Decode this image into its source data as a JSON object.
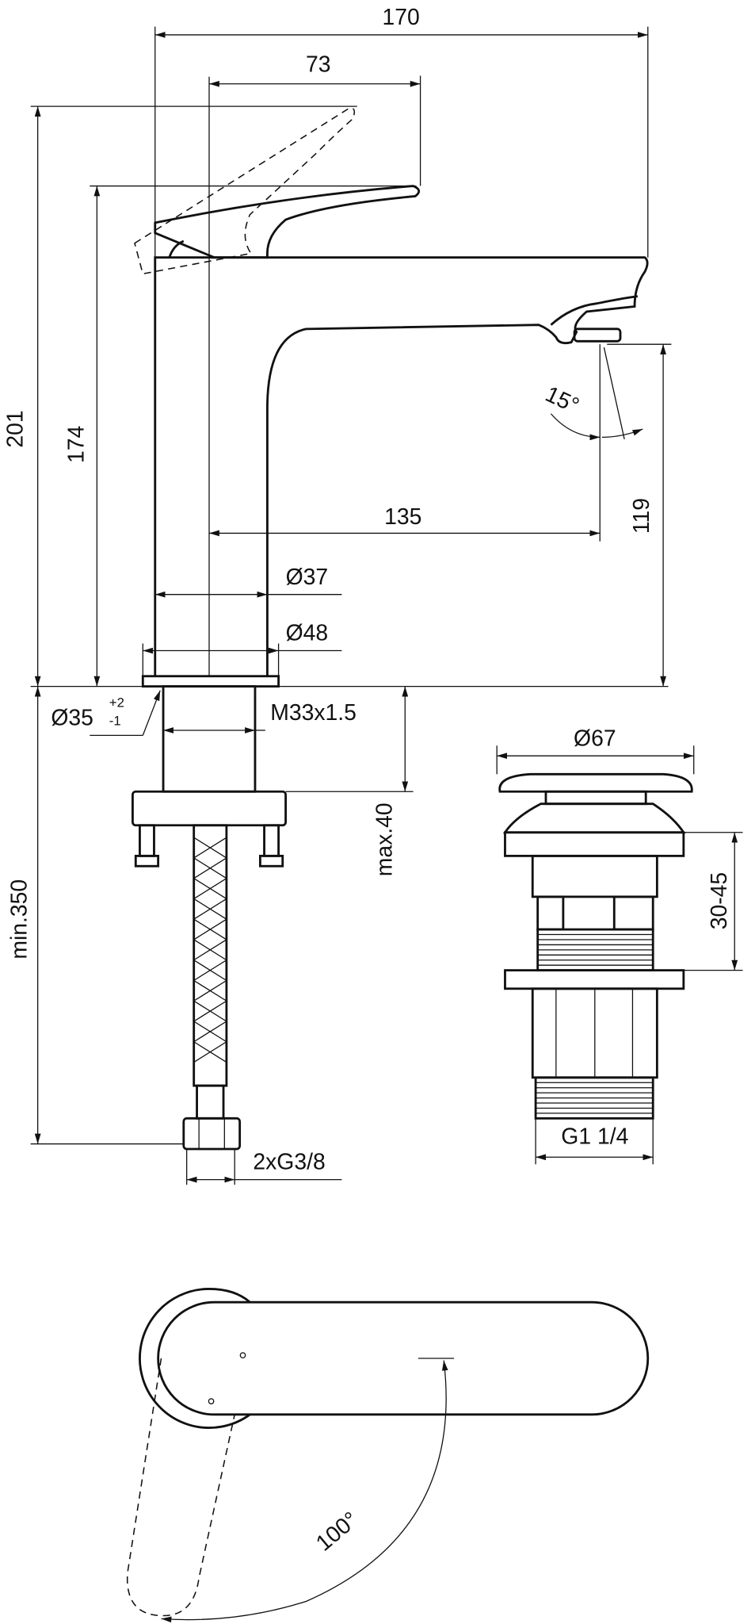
{
  "dimensions": {
    "total_width": "170",
    "lever_reach": "73",
    "total_height": "201",
    "lever_height": "174",
    "spout_height": "119",
    "spout_projection": "135",
    "spout_angle": "15°",
    "body_diameter": "Ø37",
    "base_diameter": "Ø48",
    "hole_diameter": "Ø35",
    "hole_tol_plus": "+2",
    "hole_tol_minus": "-1",
    "thread": "M33x1.5",
    "max_thickness": "max.40",
    "min_hose": "min.350",
    "connections": "2xG3/8",
    "waste_diameter": "Ø67",
    "waste_range": "30-45",
    "waste_thread": "G1 1/4",
    "lever_rotation": "100°"
  }
}
